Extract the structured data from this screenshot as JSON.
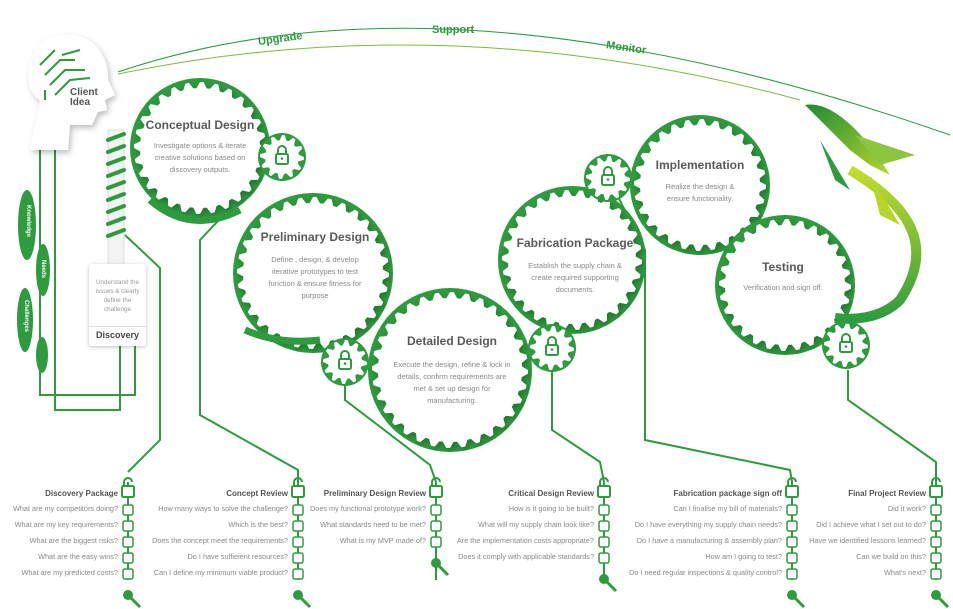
{
  "colors": {
    "green": "#2e9b3e",
    "dark_green": "#1f8a35",
    "light_green": "#a8d12b",
    "text_dark": "#555555",
    "text_light": "#8a8a8a"
  },
  "arc_labels": [
    "Upgrade",
    "Support",
    "Monitor"
  ],
  "head": {
    "label_line1": "Client",
    "label_line2": "Idea",
    "icon": "brain-circuit-icon"
  },
  "vines": [
    "Knowledge",
    "Needs",
    "Challenges"
  ],
  "discovery": {
    "title": "Discovery",
    "description": "Understand the issues & clearly define the challenge"
  },
  "stages": [
    {
      "title": "Conceptual Design",
      "description": "Investigate options & iterate creative solutions based on discovery outputs."
    },
    {
      "title": "Preliminary Design",
      "description": "Define , design, & develop iterative prototypes to test function & ensure fitness for purpose"
    },
    {
      "title": "Detailed Design",
      "description": "Execute the design, refine & lock in details, confirm requirements are met & set up design for manufacturing."
    },
    {
      "title": "Fabrication Package",
      "description": "Establish the supply chain & create required supporting documents."
    },
    {
      "title": "Implementation",
      "description": "Realize the design & ensure functionality."
    },
    {
      "title": "Testing",
      "description": "Verification and sign off."
    }
  ],
  "reviews": [
    {
      "title": "Discovery Package",
      "icon": "gift-hand-icon",
      "questions": [
        "What are my competitors doing?",
        "What are my key requirements?",
        "What are the biggest risks?",
        "What are the easy wins?",
        "What are my predicted costs?"
      ]
    },
    {
      "title": "Concept Review",
      "icon": "lock-icon",
      "questions": [
        "How many ways to solve the challenge?",
        "Which is the best?",
        "Does the concept meet the requirements?",
        "Do I have suffieient resources?",
        "Can I define my minimum viable product?"
      ]
    },
    {
      "title": "Preliminary Design Review",
      "icon": "lock-icon",
      "questions": [
        "Does my functional prototype work?",
        "What standards need to be met?",
        "What is my MVP made of?"
      ]
    },
    {
      "title": "Critical Design Review",
      "icon": "lock-icon",
      "questions": [
        "How is it going to be built?",
        "What will my supply chain look like?",
        "Are the implementation costs appropriate?",
        "Does it comply with applicable standards?"
      ]
    },
    {
      "title": "Fabrication package sign off",
      "icon": "lock-icon",
      "questions": [
        "Can I finalise my bill of materials?",
        "Do I have everything my supply chain needs?",
        "Do I have a manufacturing & assembly plan?",
        "How am I going to test?",
        "Do I need regular inspections & quality control?"
      ]
    },
    {
      "title": "Final Project Review",
      "icon": "lock-icon",
      "questions": [
        "Did it work?",
        "Did I achieve what I set out to do?",
        "Have we identified lessons learned?",
        "Can we build on this?",
        "What's next?"
      ]
    }
  ]
}
